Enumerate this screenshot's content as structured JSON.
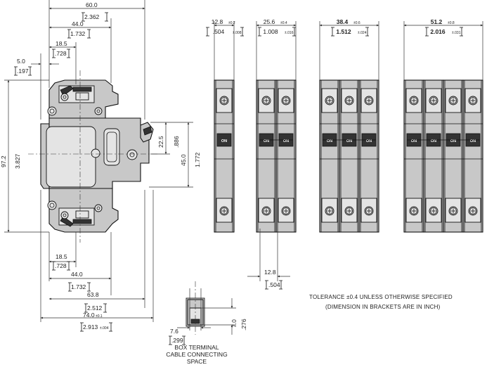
{
  "dimensions": {
    "width_60": "60.0",
    "width_60_in": "2.362",
    "width_44": "44.0",
    "width_44_in": "1.732",
    "upper_18_5": "18.5",
    "upper_18_5_in": ".728",
    "offset_5": "5.0",
    "offset_5_in": ".197",
    "height_97_2": "97.2",
    "height_97_2_in": "3.827",
    "height_22_5": "22.5",
    "height_22_5_in": ".886",
    "height_45": "45.0",
    "height_45_in": "1.772",
    "lower_18_5": "18.5",
    "lower_18_5_in": ".728",
    "lower_44": "44.0",
    "lower_44_in": "1.732",
    "depth_63_8": "63.8",
    "depth_63_8_in": "2.512",
    "depth_74": "74.0",
    "depth_74_tol": "±0.1",
    "depth_74_in": "2.913",
    "depth_74_in_tol": "±.004"
  },
  "pole_widths": [
    {
      "mm": "12.8",
      "tol": "±0.2",
      "inch": ".504",
      "inch_tol": "±.008",
      "bold": false
    },
    {
      "mm": "25.6",
      "tol": "±0.4",
      "inch": "1.008",
      "inch_tol": "±.016",
      "bold": false
    },
    {
      "mm": "38.4",
      "tol": "±0.6",
      "inch": "1.512",
      "inch_tol": "±.024",
      "bold": true
    },
    {
      "mm": "51.2",
      "tol": "±0.8",
      "inch": "2.016",
      "inch_tol": "±.031",
      "bold": true
    }
  ],
  "pole_pitch": {
    "mm": "12.8",
    "inch": ".504"
  },
  "handle_label": "ON",
  "terminal": {
    "width_mm": "7.6",
    "width_in": ".299",
    "height_mm": "7.0",
    "height_in": ".276",
    "caption_line1": "BOX TERMINAL",
    "caption_line2": "CABLE CONNECTING",
    "caption_line3": "SPACE"
  },
  "notes": {
    "tolerance": "TOLERANCE ±0.4 UNLESS OTHERWISE SPECIFIED",
    "units": "(DIMENSION IN BRACKETS ARE IN INCH)"
  }
}
